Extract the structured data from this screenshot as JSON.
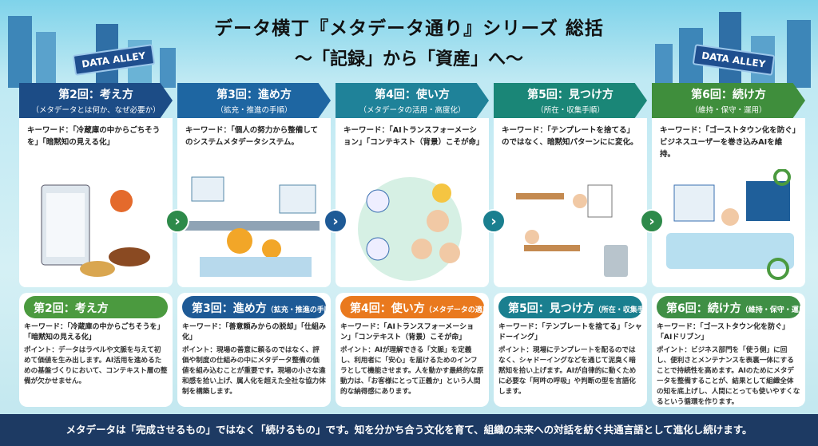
{
  "title": {
    "line1": "データ横丁『メタデータ通り』シリーズ 総括",
    "line2": "〜「記録」から「資産」へ〜"
  },
  "signs": {
    "left": "DATA ALLEY",
    "right": "DATA ALLEY"
  },
  "columns": [
    {
      "header": "第2回：考え方",
      "sub": "（メタデータとは何か、なぜ必要か）",
      "keyword": "キーワード：「冷蔵庫の中からごちそうを」「暗黙知の見える化」",
      "pill": "第2回：考え方",
      "pill_sub": "",
      "lower_keyword": "キーワード：「冷蔵庫の中からごちそうを」「暗黙知の見える化」",
      "point": "ポイント：データはラベルや文脈を与えて初めて価値を生み出します。AI活用を進めるための基盤づくりにおいて、コンテキスト層の整備が欠かせません。",
      "icon": "refrigerator-food-illustration",
      "hcolor": "#1c4c86",
      "pcolor": "#4b9a3f"
    },
    {
      "header": "第3回：進め方",
      "sub": "（拡充・推進の手順）",
      "keyword": "キーワード：「個人の努力から整備してのシステムメタデータシステム。",
      "pill": "第3回：進め方",
      "pill_sub": "（拡充・推進の手順）",
      "lower_keyword": "キーワード：「善意頼みからの脱却」「仕組み化」",
      "point": "ポイント：現場の善意に頼るのではなく、評価や制度の仕組みの中にメタデータ整備の価値を組み込むことが重要です。現場の小さな違和感を拾い上げ、属人化を超えた全社な協力体制を構築します。",
      "icon": "pipeline-gears-illustration",
      "hcolor": "#1e66a2",
      "pcolor": "#1e5a96"
    },
    {
      "header": "第4回：使い方",
      "sub": "（メタデータの活用・高度化）",
      "keyword": "キーワード：「AIトランスフォーメーション」「コンテキスト（背景）こそが命」",
      "pill": "第4回：使い方",
      "pill_sub": "（メタデータの適用・高度化）",
      "lower_keyword": "キーワード：「AIトランスフォーメーション」「コンテキスト（背景）こそが命」",
      "point": "ポイント：AIが理解できる「文脈」を定義し、利用者に「安心」を届けるためのインフラとして機能させます。人を動かす最終的な原動力は、「お客様にとって正義か」という人間的な納得感にあります。",
      "icon": "ai-robots-people-illustration",
      "hcolor": "#1f8299",
      "pcolor": "#e9791e"
    },
    {
      "header": "第5回：見つけ方",
      "sub": "（所在・収集手順）",
      "keyword": "キーワード：「テンプレートを捨てる」のではなく、暗黙知パターンにに変化。",
      "pill": "第5回：見つけ方",
      "pill_sub": "（所在・収集手順）",
      "lower_keyword": "キーワード：「テンプレートを捨てる」「シャドーイング」",
      "point": "ポイント：現場にテンプレートを配るのではなく、シャドーイングなどを通じて泥臭く暗黙知を拾い上げます。AIが自律的に動くために必要な「阿吽の呼吸」や判断の型を言語化します。",
      "icon": "office-shadowing-illustration",
      "hcolor": "#1a8677",
      "pcolor": "#1a7f8f"
    },
    {
      "header": "第6回：続け方",
      "sub": "（維持・保守・運用）",
      "keyword": "キーワード：「ゴーストタウン化を防ぐ」ビジネスユーザーを巻き込みAIを維持。",
      "pill": "第6回：続け方",
      "pill_sub": "（維持・保守・運用）",
      "lower_keyword": "キーワード：「ゴーストタウン化を防ぐ」「AIドリブン」",
      "point": "ポイント：ビジネス部門を「使う側」に回し、便利さとメンテナンスを表裏一体にすることで持続性を高めます。AIのためにメタデータを整備することが、結果として組織全体の知を底上げし、人間にとっても使いやすくなるという循環を作ります。",
      "icon": "dashboard-cycle-illustration",
      "hcolor": "#3f8e3c",
      "pcolor": "#3f8f45"
    }
  ],
  "arrows": [
    "›",
    "›",
    "›",
    "›"
  ],
  "arrow_colors": [
    "#2e8a4a",
    "#1e5a96",
    "#1a7f8f",
    "#2e8a4a"
  ],
  "footer": "メタデータは「完成させるもの」ではなく「続けるもの」です。知を分かち合う文化を育て、組織の未来への対話を紡ぐ共通言語として進化し続けます。"
}
